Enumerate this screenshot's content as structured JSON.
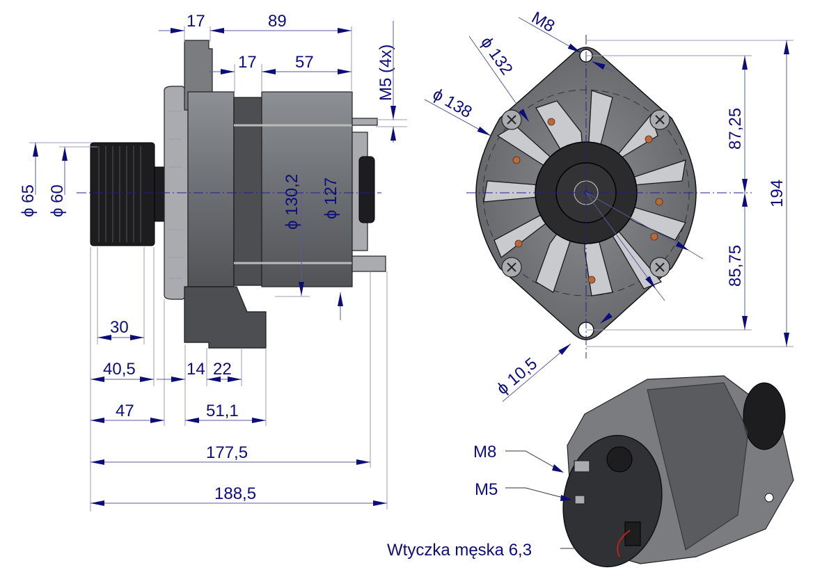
{
  "drawing": {
    "subject": "Alternator dimensional drawing",
    "accent_color": "#0d0d7a",
    "side_view": {
      "top_dims": {
        "flange_width": "17",
        "overall_body": "89",
        "stator_width": "17",
        "rear_housing": "57"
      },
      "thread_callout": "M5 (4x)",
      "pulley_diameters": {
        "outer": "ϕ 65",
        "inner": "ϕ 60"
      },
      "body_diameters": {
        "housing": "ϕ 130,2",
        "stator": "ϕ 127"
      },
      "bottom_dims": {
        "pulley_groove": "30",
        "pulley_to_flange": "40,5",
        "foot_offset": "14",
        "foot_slot": "22",
        "pulley_to_mount": "47",
        "foot_length": "51,1",
        "length_to_housing": "177,5",
        "overall_length": "188,5"
      }
    },
    "front_view": {
      "mount_thread": "M8",
      "diameters": {
        "bolt_circle": "ϕ 132",
        "housing": "ϕ 138",
        "mount_hole": "ϕ 10,5"
      },
      "vertical_dims": {
        "upper": "87,25",
        "lower": "85,75",
        "overall": "194"
      }
    },
    "iso_view": {
      "callouts": [
        {
          "label": "M8"
        },
        {
          "label": "M5"
        },
        {
          "label": "Wtyczka męska 6,3"
        }
      ]
    }
  }
}
